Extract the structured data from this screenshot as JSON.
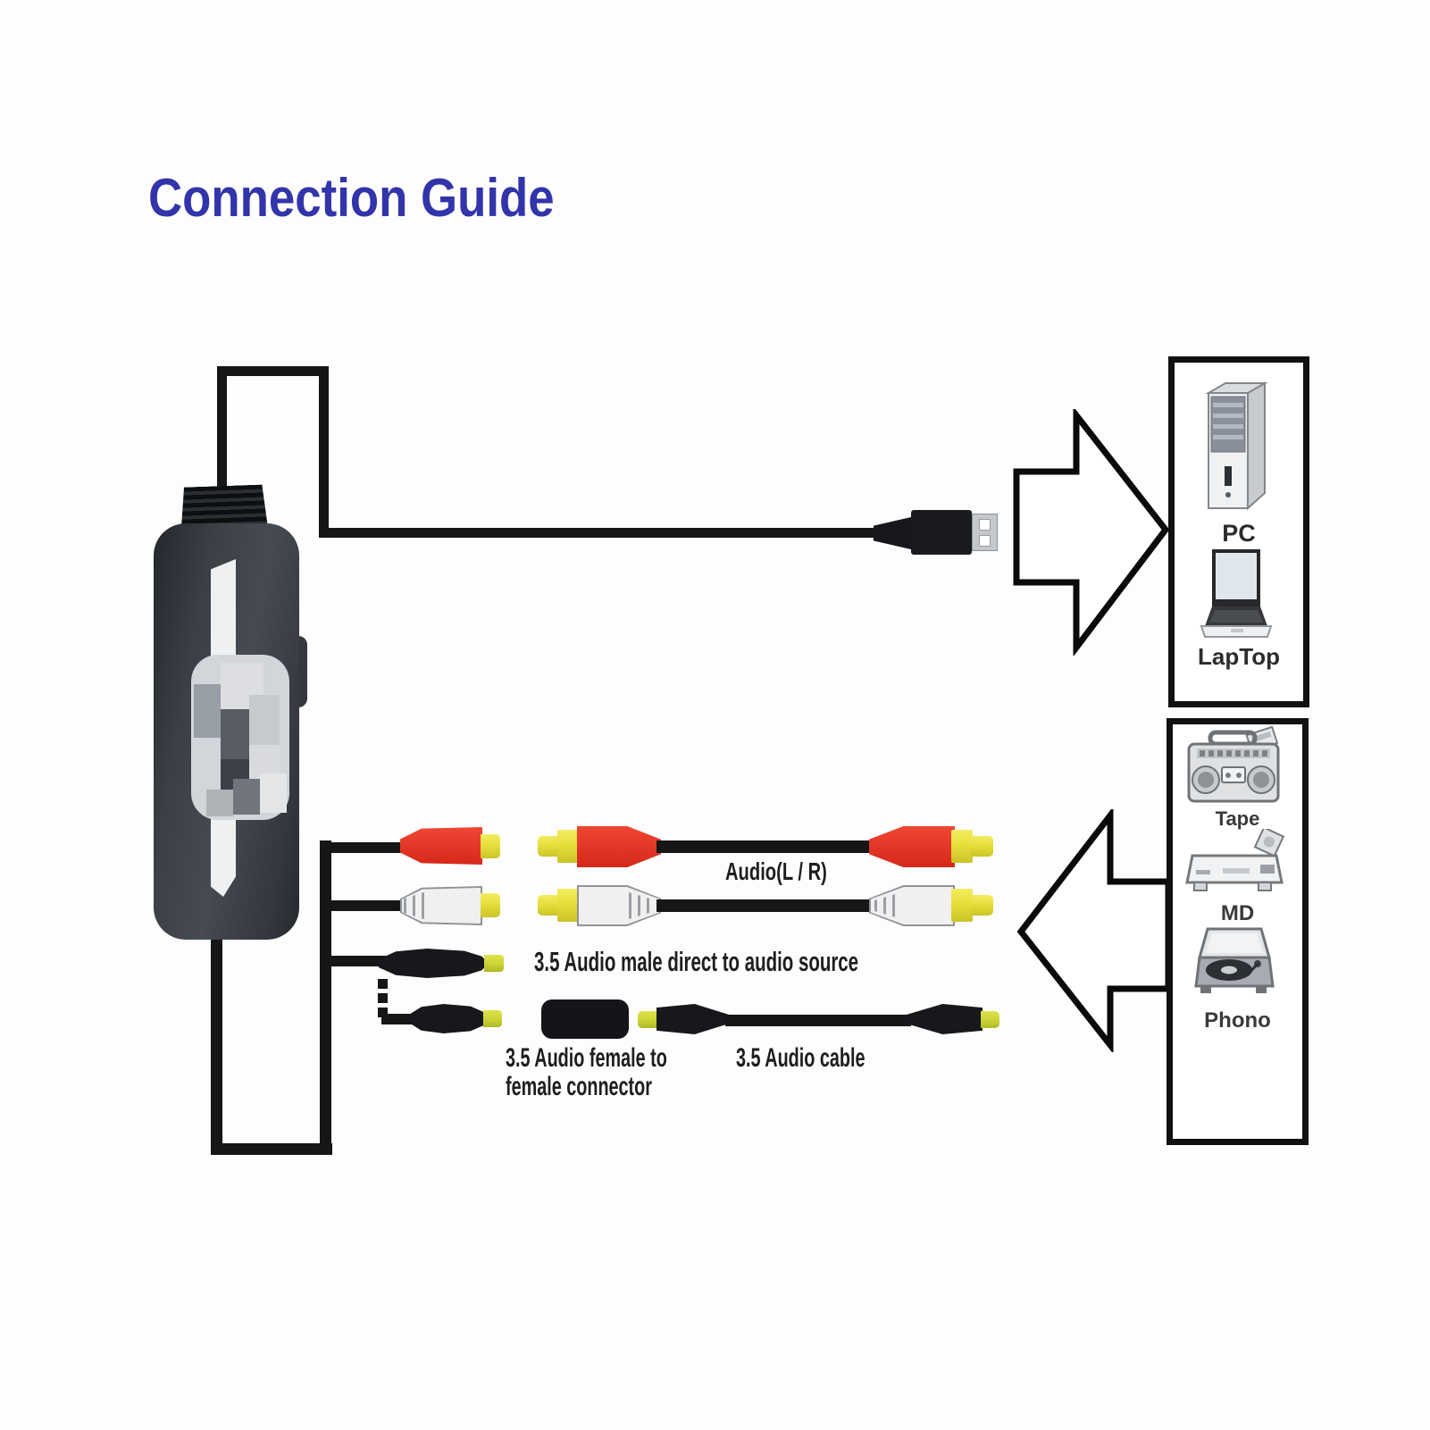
{
  "title": "Connection Guide",
  "labels": {
    "audio_lr": "Audio(L / R)",
    "audio_male_direct": "3.5 Audio male direct to audio source",
    "audio_female_line1": "3.5 Audio female to",
    "audio_female_line2": "female connector",
    "audio_cable": "3.5 Audio cable"
  },
  "target_box": {
    "items": [
      {
        "icon": "desktop-tower-icon",
        "label": "PC"
      },
      {
        "icon": "laptop-icon",
        "label": "LapTop"
      }
    ]
  },
  "source_box": {
    "items": [
      {
        "icon": "boombox-icon",
        "label": "Tape"
      },
      {
        "icon": "md-deck-icon",
        "label": "MD"
      },
      {
        "icon": "turntable-icon",
        "label": "Phono"
      }
    ]
  },
  "connector_icons": [
    "usb-a-plug-icon",
    "rca-plug-red-icon",
    "rca-plug-white-icon",
    "jack-3-5mm-plug-icon",
    "jack-female-coupler-icon",
    "arrow-right-icon",
    "arrow-left-icon",
    "capture-device-icon"
  ],
  "colors": {
    "title_blue": "#3234aa",
    "rca_red": "#e0301d",
    "connector_yellow": "#e6df3a",
    "jack_tip_green": "#c8d232",
    "cable_black": "#161616",
    "device_gray": "#3c4046",
    "box_border": "#111111"
  }
}
